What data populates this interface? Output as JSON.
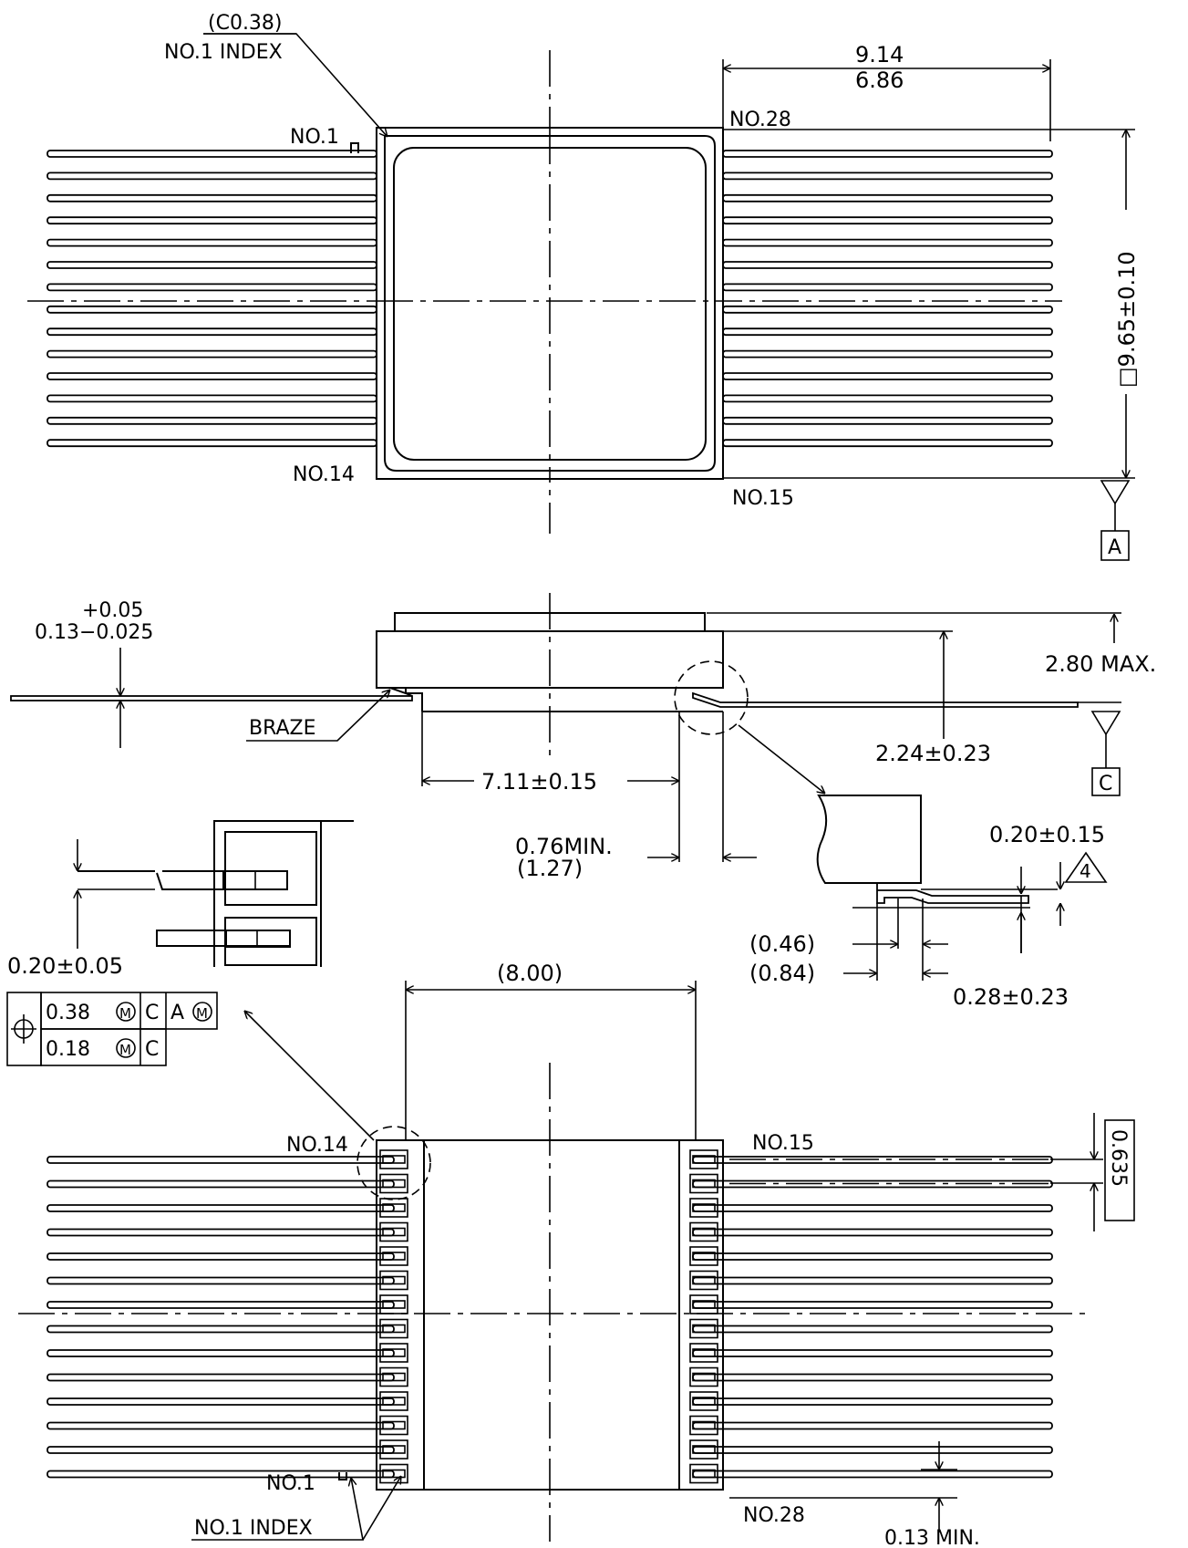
{
  "top_view": {
    "chamfer": "(C0.38)",
    "index_label": "NO.1 INDEX",
    "pin1": "NO.1",
    "pin14": "NO.14",
    "pin15": "NO.15",
    "pin28": "NO.28",
    "lead_len_max": "9.14",
    "lead_len_min": "6.86",
    "body_size": "□9.65±0.10",
    "datum_a": "A"
  },
  "side_view": {
    "lead_thk_tol": "+0.05",
    "lead_thk": "0.13−0.025",
    "braze": "BRAZE",
    "height_max": "2.80 MAX.",
    "standoff": "2.24±0.23",
    "datum_c": "C",
    "span": "7.11±0.15",
    "min_len": "0.76MIN.",
    "min_len_ref": "(1.27)"
  },
  "detail": {
    "lead_gap": "0.20±0.15",
    "note_num": "4",
    "ref_046": "(0.46)",
    "ref_084": "(0.84)",
    "lead_offset": "0.28±0.23"
  },
  "tolerance": {
    "lead_width": "0.20±0.05",
    "row1_value": "0.38",
    "row1_mod": "M",
    "row1_datum1": "C",
    "row1_datum2": "A",
    "row1_mod2": "M",
    "row2_value": "0.18",
    "row2_mod": "M",
    "row2_datum1": "C"
  },
  "bottom_view": {
    "pad_span": "(8.00)",
    "pin14": "NO.14",
    "pin15": "NO.15",
    "pin1": "NO.1",
    "pin28": "NO.28",
    "index_label": "NO.1 INDEX",
    "pitch": "0.635",
    "min_gap": "0.13 MIN."
  }
}
